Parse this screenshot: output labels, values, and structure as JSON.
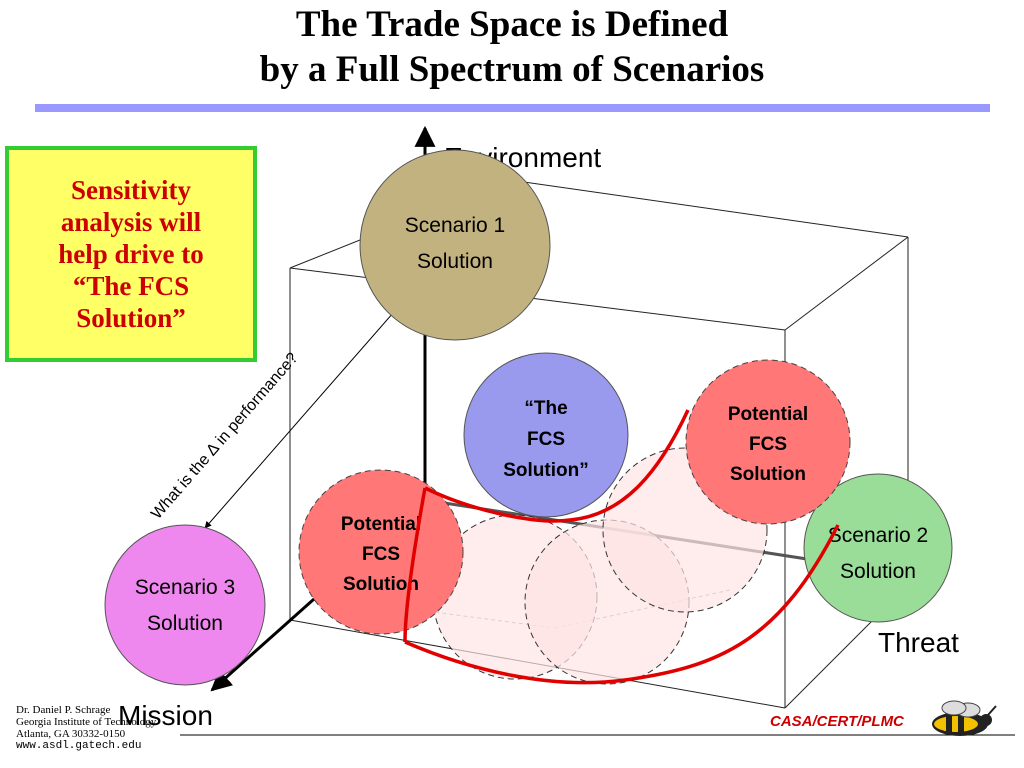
{
  "title": {
    "line1": "The Trade Space is Defined",
    "line2": "by a Full Spectrum of Scenarios"
  },
  "callout": {
    "text": "Sensitivity\nanalysis will\nhelp drive to\n“The FCS\nSolution”"
  },
  "axes": {
    "environment": "Environment",
    "threat": "Threat",
    "mission": "Mission"
  },
  "delta_label": "What is the ∆ in performance?",
  "scenarios": {
    "s1": {
      "line1": "Scenario 1",
      "line2": "Solution",
      "color": "#c2b280"
    },
    "s2": {
      "line1": "Scenario 2",
      "line2": "Solution",
      "color": "#99dd99"
    },
    "s3": {
      "line1": "Scenario 3",
      "line2": "Solution",
      "color": "#ee88ee"
    }
  },
  "fcs": {
    "line1": "“The",
    "line2": "FCS",
    "line3": "Solution”",
    "color": "#9999ee"
  },
  "potential": {
    "line1": "Potential",
    "line2": "FCS",
    "line3": "Solution",
    "color": "#ff7777"
  },
  "footer": {
    "line1": "Dr. Daniel P. Schrage",
    "line2": "Georgia Institute of Technology",
    "line3": "Atlanta, GA  30332-0150",
    "line4": "www.asdl.gatech.edu"
  },
  "brand": "CASA/CERT/PLMC"
}
